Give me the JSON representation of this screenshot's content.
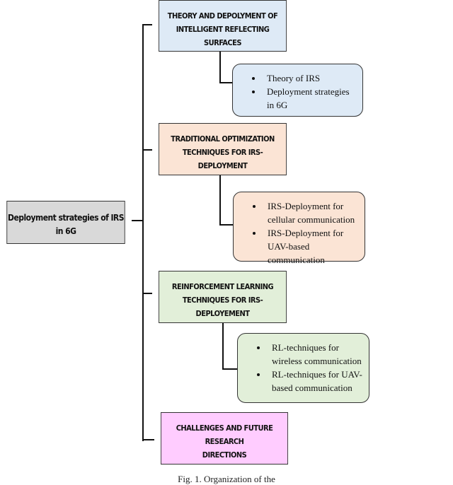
{
  "root": {
    "label": "Deployment strategies of IRS in 6G",
    "color": "#d9d9d9"
  },
  "sections": [
    {
      "title_lines": [
        "THEORY AND DEPOLYMENT OF",
        "INTELLIGENT REFLECTING SURFACES"
      ],
      "color": "#deeaf6",
      "items": [
        "Theory of IRS",
        "Deployment strategies in 6G"
      ]
    },
    {
      "title_lines": [
        "TRADITIONAL OPTIMIZATION",
        "TECHNIQUES FOR IRS-DEPLOYMENT"
      ],
      "color": "#fbe4d5",
      "items": [
        "IRS-Deployment for cellular communication",
        "IRS-Deployment for UAV-based communication"
      ]
    },
    {
      "title_lines": [
        "REINFORCEMENT LEARNING",
        "TECHNIQUES FOR IRS-DEPLOYEMENT"
      ],
      "color": "#e2efd9",
      "items": [
        "RL-techniques for wireless communication",
        "RL-techniques for UAV-based communication"
      ]
    },
    {
      "title_lines": [
        "CHALLENGES AND FUTURE RESEARCH",
        "DIRECTIONS"
      ],
      "color": "#ffccff",
      "items": []
    }
  ],
  "caption": "Fig. 1. Organization of the"
}
